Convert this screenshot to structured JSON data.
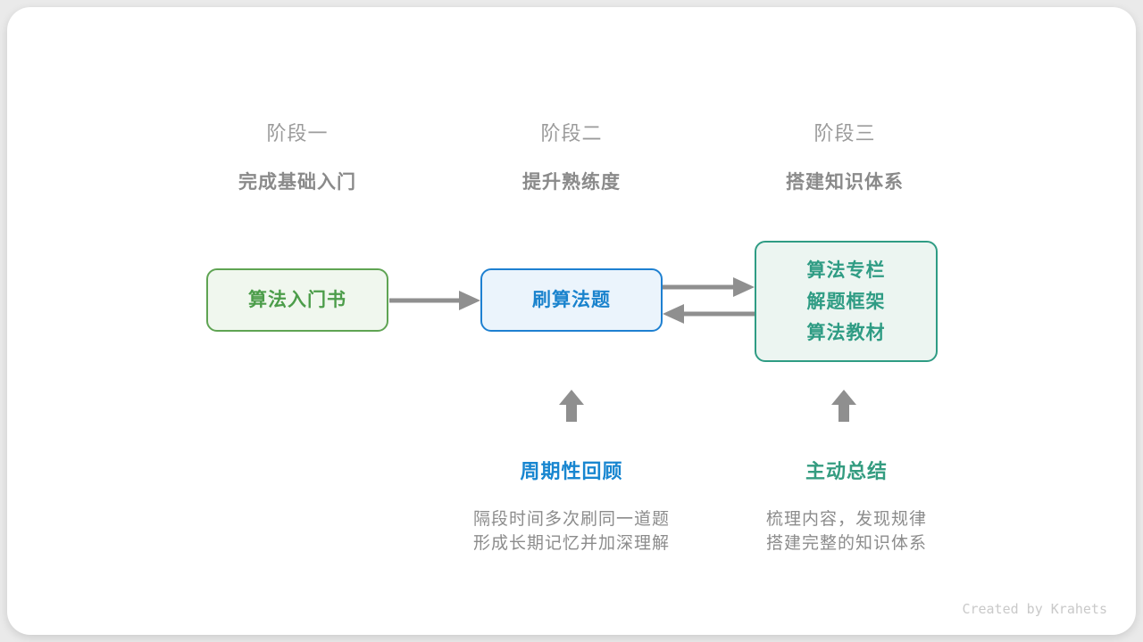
{
  "stages": [
    {
      "label": "阶段一",
      "subtitle": "完成基础入门"
    },
    {
      "label": "阶段二",
      "subtitle": "提升熟练度"
    },
    {
      "label": "阶段三",
      "subtitle": "搭建知识体系"
    }
  ],
  "nodes": [
    {
      "id": "algorithm-intro-book",
      "lines": [
        "算法入门书"
      ]
    },
    {
      "id": "practice-problems",
      "lines": [
        "刷算法题"
      ]
    },
    {
      "id": "knowledge-system",
      "lines": [
        "算法专栏",
        "解题框架",
        "算法教材"
      ]
    }
  ],
  "annotations": [
    {
      "title": "周期性回顾",
      "desc_line1": "隔段时间多次刷同一道题",
      "desc_line2": "形成长期记忆并加深理解"
    },
    {
      "title": "主动总结",
      "desc_line1": "梳理内容，发现规律",
      "desc_line2": "搭建完整的知识体系"
    }
  ],
  "credit": "Created by Krahets",
  "colors": {
    "green_border": "#5fa453",
    "green_bg": "#f0f7ee",
    "green_text": "#4c9d4a",
    "blue_border": "#1e80d1",
    "blue_bg": "#ebf4fc",
    "blue_text": "#1a83cd",
    "teal_border": "#2f9c84",
    "teal_bg": "#ecf5f1",
    "teal_text": "#2f9c84",
    "arrow_gray": "#8f8f8f",
    "stage_label_gray": "#9b9b9b",
    "stage_subtitle_gray": "#8a8a8a",
    "desc_gray": "#8c8c8c",
    "credit_gray": "#c9c9c9"
  }
}
